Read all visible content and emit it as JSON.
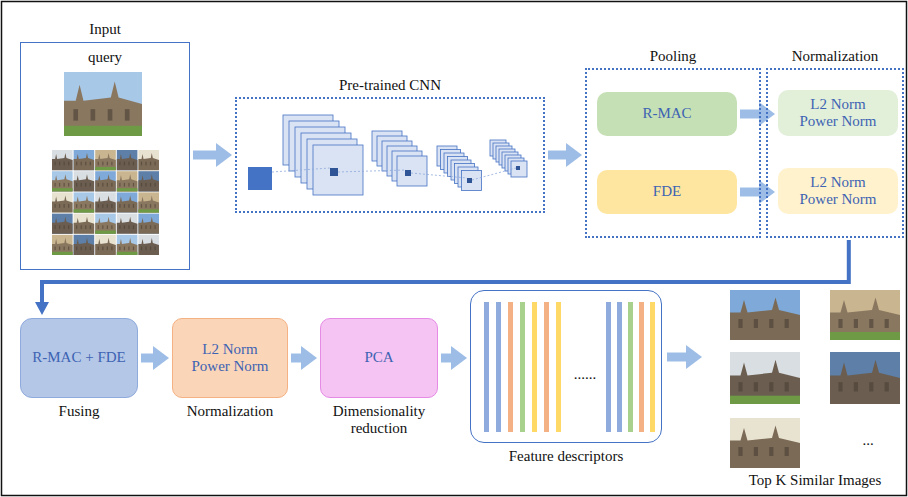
{
  "diagram": {
    "nodes": [
      {
        "text": [
          "Input",
          "query"
        ]
      },
      {
        "text": [
          "Pre-trained CNN"
        ]
      },
      {
        "text": [
          "Pooling"
        ]
      },
      {
        "text": [
          "R-MAC"
        ],
        "in": 2
      },
      {
        "text": [
          "FDE"
        ],
        "in": 2
      },
      {
        "text": [
          "Normalization"
        ]
      },
      {
        "text": [
          "L2 Norm Power Norm"
        ],
        "in": 5
      },
      {
        "text": [
          "L2 Norm Power Norm"
        ],
        "in": 5
      },
      {
        "text": [
          "R-MAC + FDE",
          "Fusing"
        ]
      },
      {
        "text": [
          "L2 Norm Power Norm",
          "Normalization"
        ]
      },
      {
        "text": [
          "PCA",
          "Dimensionality reduction"
        ]
      },
      {
        "text": [
          "Feature descriptors"
        ]
      }
    ],
    "edges": [
      {
        "from": 0,
        "to": 1,
        "arrow": "to"
      },
      {
        "from": 1,
        "to": 2,
        "arrow": "to"
      },
      {
        "from": 3,
        "to": 6,
        "arrow": "to"
      },
      {
        "from": 4,
        "to": 7,
        "arrow": "to"
      },
      {
        "from": 5,
        "to": 8,
        "arrow": "to"
      },
      {
        "from": 8,
        "to": 9,
        "arrow": "to"
      },
      {
        "from": 9,
        "to": 10,
        "arrow": "to"
      },
      {
        "from": 10,
        "to": 11,
        "arrow": "to"
      }
    ],
    "labels": [
      "......",
      "...",
      "Top K Similar Images"
    ]
  }
}
